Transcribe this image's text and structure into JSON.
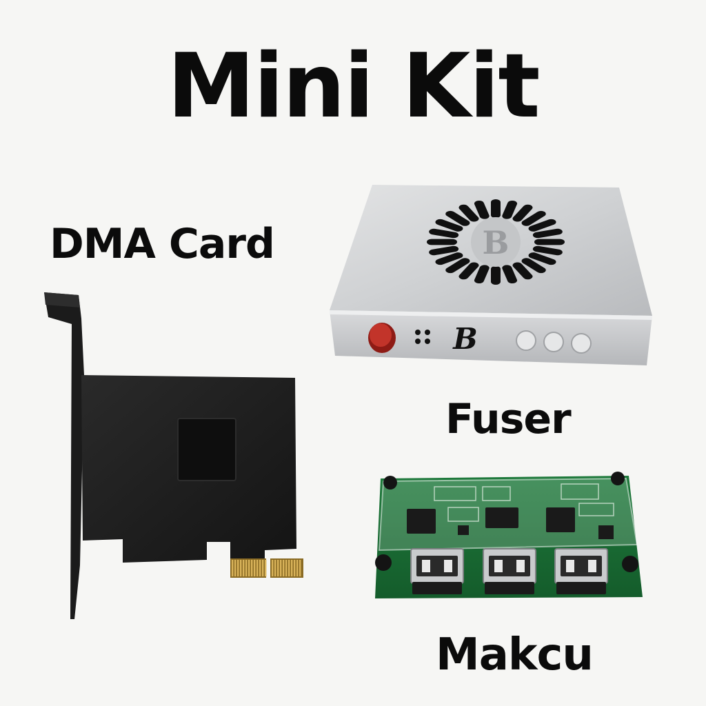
{
  "title": "Mini Kit",
  "products": {
    "dma_card": {
      "label": "DMA Card"
    },
    "fuser": {
      "label": "Fuser",
      "logo_letter": "B"
    },
    "makcu": {
      "label": "Makcu"
    }
  },
  "colors": {
    "background": "#f6f6f4",
    "text": "#0b0b0b",
    "fuser_body": "#c9cbcd",
    "fuser_button_red": "#b3261e",
    "pcb_green": "#1f7a3c",
    "gold_contacts": "#c9a14a"
  }
}
